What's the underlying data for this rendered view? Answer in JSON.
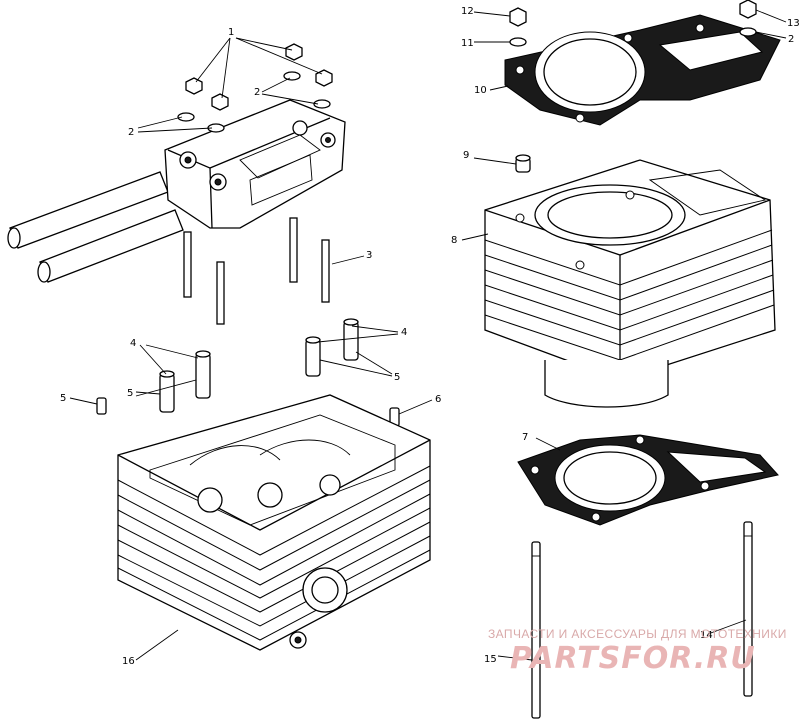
{
  "callouts": {
    "c1": "1",
    "c2a": "2",
    "c2b": "2",
    "c2c": "2",
    "c3": "3",
    "c4a": "4",
    "c4b": "4",
    "c5a": "5",
    "c5b": "5",
    "c5c": "5",
    "c6": "6",
    "c7": "7",
    "c8": "8",
    "c9": "9",
    "c10": "10",
    "c11": "11",
    "c12": "12",
    "c13": "13",
    "c14": "14",
    "c15": "15",
    "c16": "16"
  },
  "watermark": {
    "caption": "ЗАПЧАСТИ И АКСЕССУАРЫ ДЛЯ МОТОТЕХНИКИ",
    "logo": "PARTSFOR.RU"
  },
  "colors": {
    "ink": "#000000",
    "watermark": "#e9b5b5",
    "gasket_fill": "#1a1a1a"
  }
}
